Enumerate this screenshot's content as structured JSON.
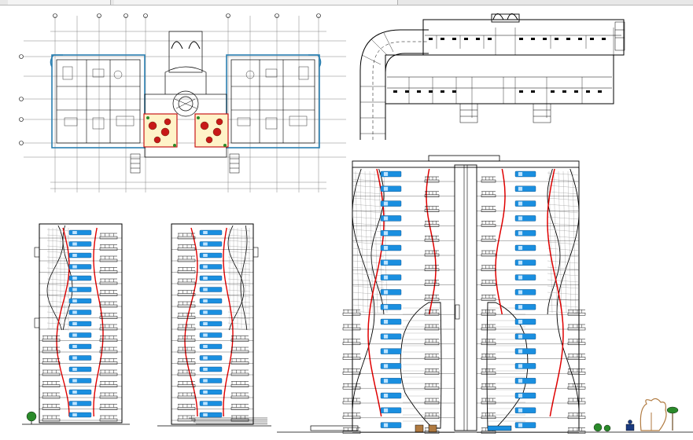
{
  "viewer": {
    "tabs": [],
    "background_color": "#ffffff"
  },
  "drawing_sheet": {
    "title": "",
    "views": [
      {
        "id": "floor-plan",
        "kind": "floor plan",
        "labels": []
      },
      {
        "id": "parking-plan",
        "kind": "parking level plan",
        "labels": []
      },
      {
        "id": "elevation-left",
        "kind": "side elevation",
        "labels": []
      },
      {
        "id": "elevation-middle",
        "kind": "side elevation",
        "labels": []
      },
      {
        "id": "elevation-front",
        "kind": "front elevation",
        "labels": []
      }
    ],
    "colors": {
      "line": "#000000",
      "glazing": "#1a8fe0",
      "accent_curve": "#e00000",
      "landscape_red": "#c81818",
      "landscape_green": "#2a8a2a",
      "wall_highlight": "#2a7fb0",
      "tree": "#b07a40"
    },
    "icons": [
      "tree-icon",
      "shrub-icon",
      "fountain-icon",
      "stair-icon"
    ]
  }
}
